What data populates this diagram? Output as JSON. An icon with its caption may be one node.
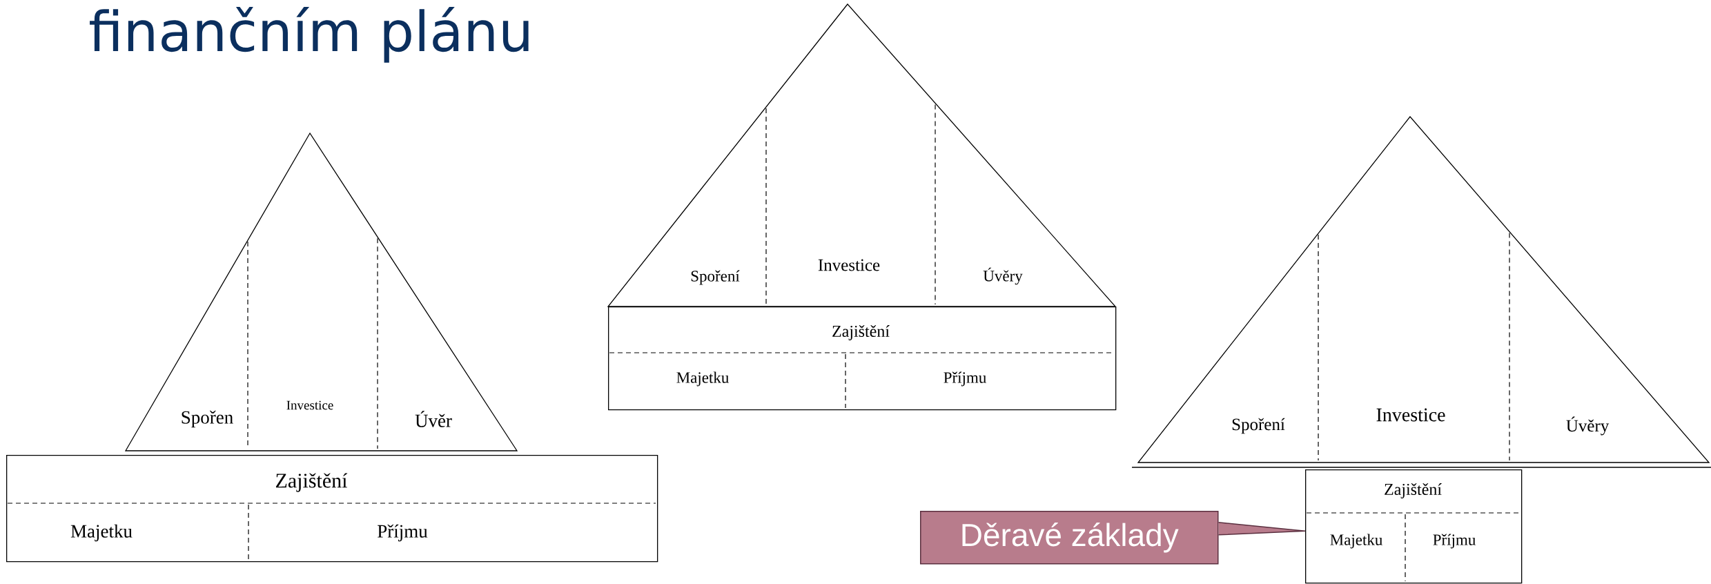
{
  "diagram": {
    "title": "finančním plánu",
    "nodes": [
      {
        "text": [],
        "shape": "triangle"
      },
      {
        "text": [
          "Spořen"
        ],
        "in": 0
      },
      {
        "text": [
          "Investice"
        ],
        "in": 0
      },
      {
        "text": [
          "Úvěr"
        ],
        "in": 0
      },
      {
        "text": [
          "Zajištění"
        ]
      },
      {
        "text": [
          "Majetku"
        ],
        "in": 4
      },
      {
        "text": [
          "Příjmu"
        ],
        "in": 4
      },
      {
        "text": [],
        "shape": "triangle"
      },
      {
        "text": [
          "Spoření"
        ],
        "in": 7
      },
      {
        "text": [
          "Investice"
        ],
        "in": 7
      },
      {
        "text": [
          "Úvěry"
        ],
        "in": 7
      },
      {
        "text": [
          "Zajištění"
        ]
      },
      {
        "text": [
          "Majetku"
        ],
        "in": 11
      },
      {
        "text": [
          "Příjmu"
        ],
        "in": 11
      },
      {
        "text": [],
        "shape": "triangle"
      },
      {
        "text": [
          "Spoření"
        ],
        "in": 14
      },
      {
        "text": [
          "Investice"
        ],
        "in": 14
      },
      {
        "text": [
          "Úvěry"
        ],
        "in": 14
      },
      {
        "text": [
          "Zajištění"
        ]
      },
      {
        "text": [
          "Majetku"
        ],
        "in": 18
      },
      {
        "text": [
          "Příjmu"
        ],
        "in": 18
      },
      {
        "text": [
          "Děravé základy"
        ]
      }
    ],
    "edges": [
      {
        "from": 21,
        "to": 18,
        "arrow": "none"
      }
    ]
  }
}
